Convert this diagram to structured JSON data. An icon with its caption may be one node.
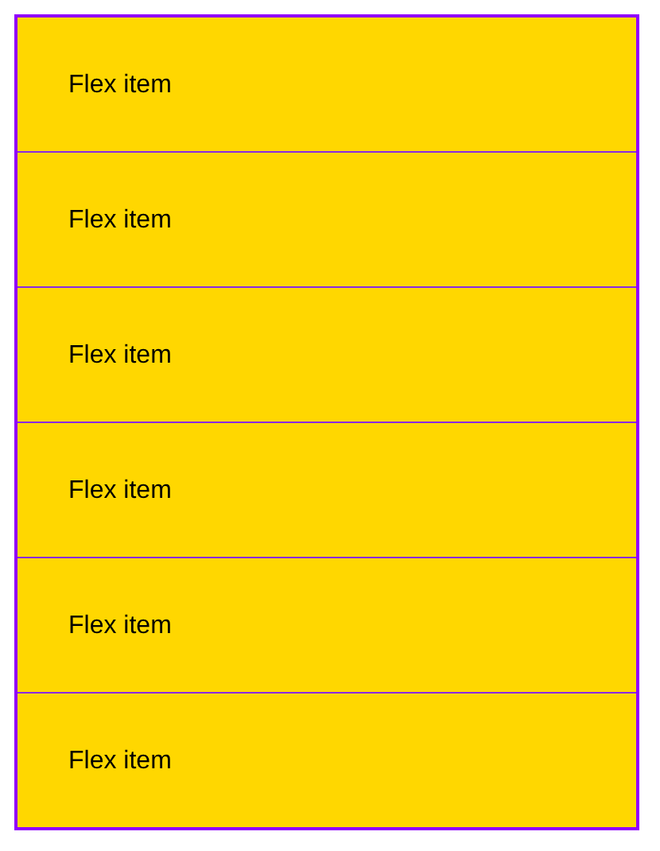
{
  "diagram": {
    "nodes": [
      {
        "text": [],
        "shape": "box"
      },
      {
        "text": [
          "Flex item"
        ],
        "in": 0
      },
      {
        "text": [
          "Flex item"
        ],
        "in": 0
      },
      {
        "text": [
          "Flex item"
        ],
        "in": 0
      },
      {
        "text": [
          "Flex item"
        ],
        "in": 0
      },
      {
        "text": [
          "Flex item"
        ],
        "in": 0
      },
      {
        "text": [
          "Flex item"
        ],
        "in": 0
      }
    ]
  }
}
